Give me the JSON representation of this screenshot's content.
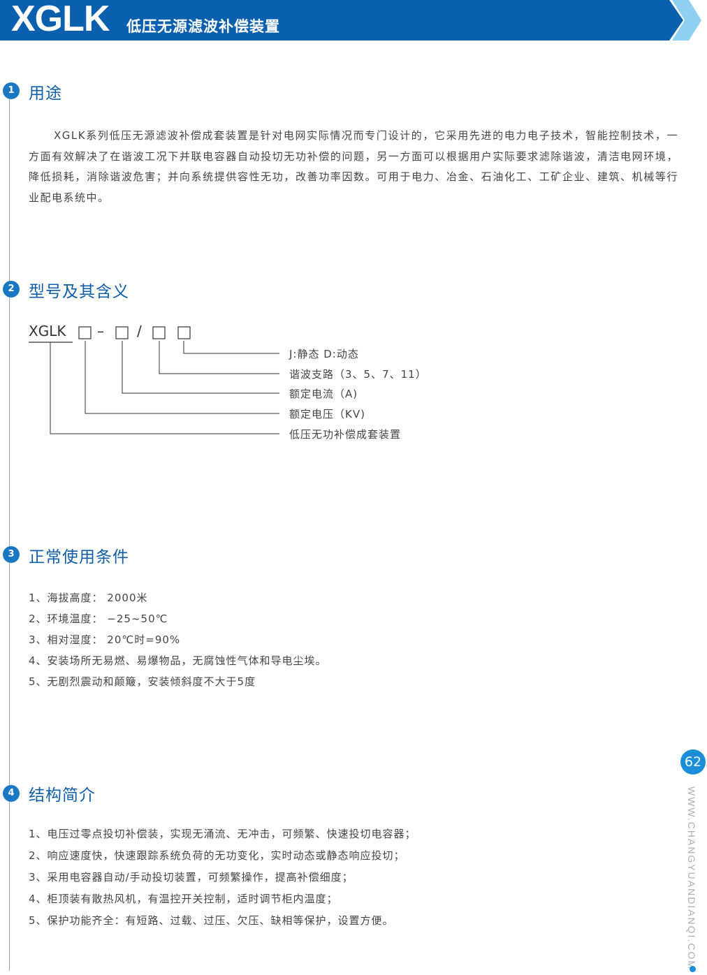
{
  "header": {
    "brand": "XGLK",
    "subtitle": "低压无源滤波补偿装置"
  },
  "sections": [
    {
      "num": "1",
      "title": "用途",
      "paragraph": "XGLK系列低压无源滤波补偿成套装置是针对电网实际情况而专门设计的，它采用先进的电力电子技术，智能控制技术，一方面有效解决了在谐波工况下并联电容器自动投切无功补偿的问题，另一方面可以根据用户实际要求滤除谐波，清洁电网环境，降低损耗，消除谐波危害；并向系统提供容性无功，改善功率因数。可用于电力、冶金、石油化工、工矿企业、建筑、机械等行业配电系统中。"
    },
    {
      "num": "2",
      "title": "型号及其含义"
    },
    {
      "num": "3",
      "title": "正常使用条件",
      "items": [
        "1、海拔高度：  2000米",
        "2、环境温度：  −25~50℃",
        "3、相对湿度：  20℃时=90%",
        "4、安装场所无易燃、易爆物品，无腐蚀性气体和导电尘埃。",
        "5、无剧烈震动和颠簸，安装倾斜度不大于5度"
      ]
    },
    {
      "num": "4",
      "title": "结构简介",
      "items": [
        "1、电压过零点投切补偿装，实现无涌流、无冲击，可频繁、快速投切电容器；",
        "2、响应速度快，快速跟踪系统负荷的无功变化，实时动态或静态响应投切；",
        "3、采用电容器自动/手动投切装置，可频繁操作，提高补偿细度；",
        "4、柜顶装有散热风机，有温控开关控制，适时调节柜内温度；",
        "5、保护功能齐全：有短路、过载、过压、欠压、缺相等保护，设置方便。"
      ]
    }
  ],
  "model": {
    "code": "XGLK",
    "dash": "–",
    "slash": "/",
    "labels": [
      "J:静态  D:动态",
      "谐波支路（3、5、7、11）",
      "额定电流（A)",
      "额定电压（KV)",
      "低压无功补偿成套装置"
    ]
  },
  "footer": {
    "page_number": "62",
    "website": "WWW.CHANGYUANDIANQI.COM"
  },
  "colors": {
    "header_blue": "#0a5fae",
    "accent_blue": "#1a8ed8",
    "title_blue": "#0f5ea8"
  }
}
